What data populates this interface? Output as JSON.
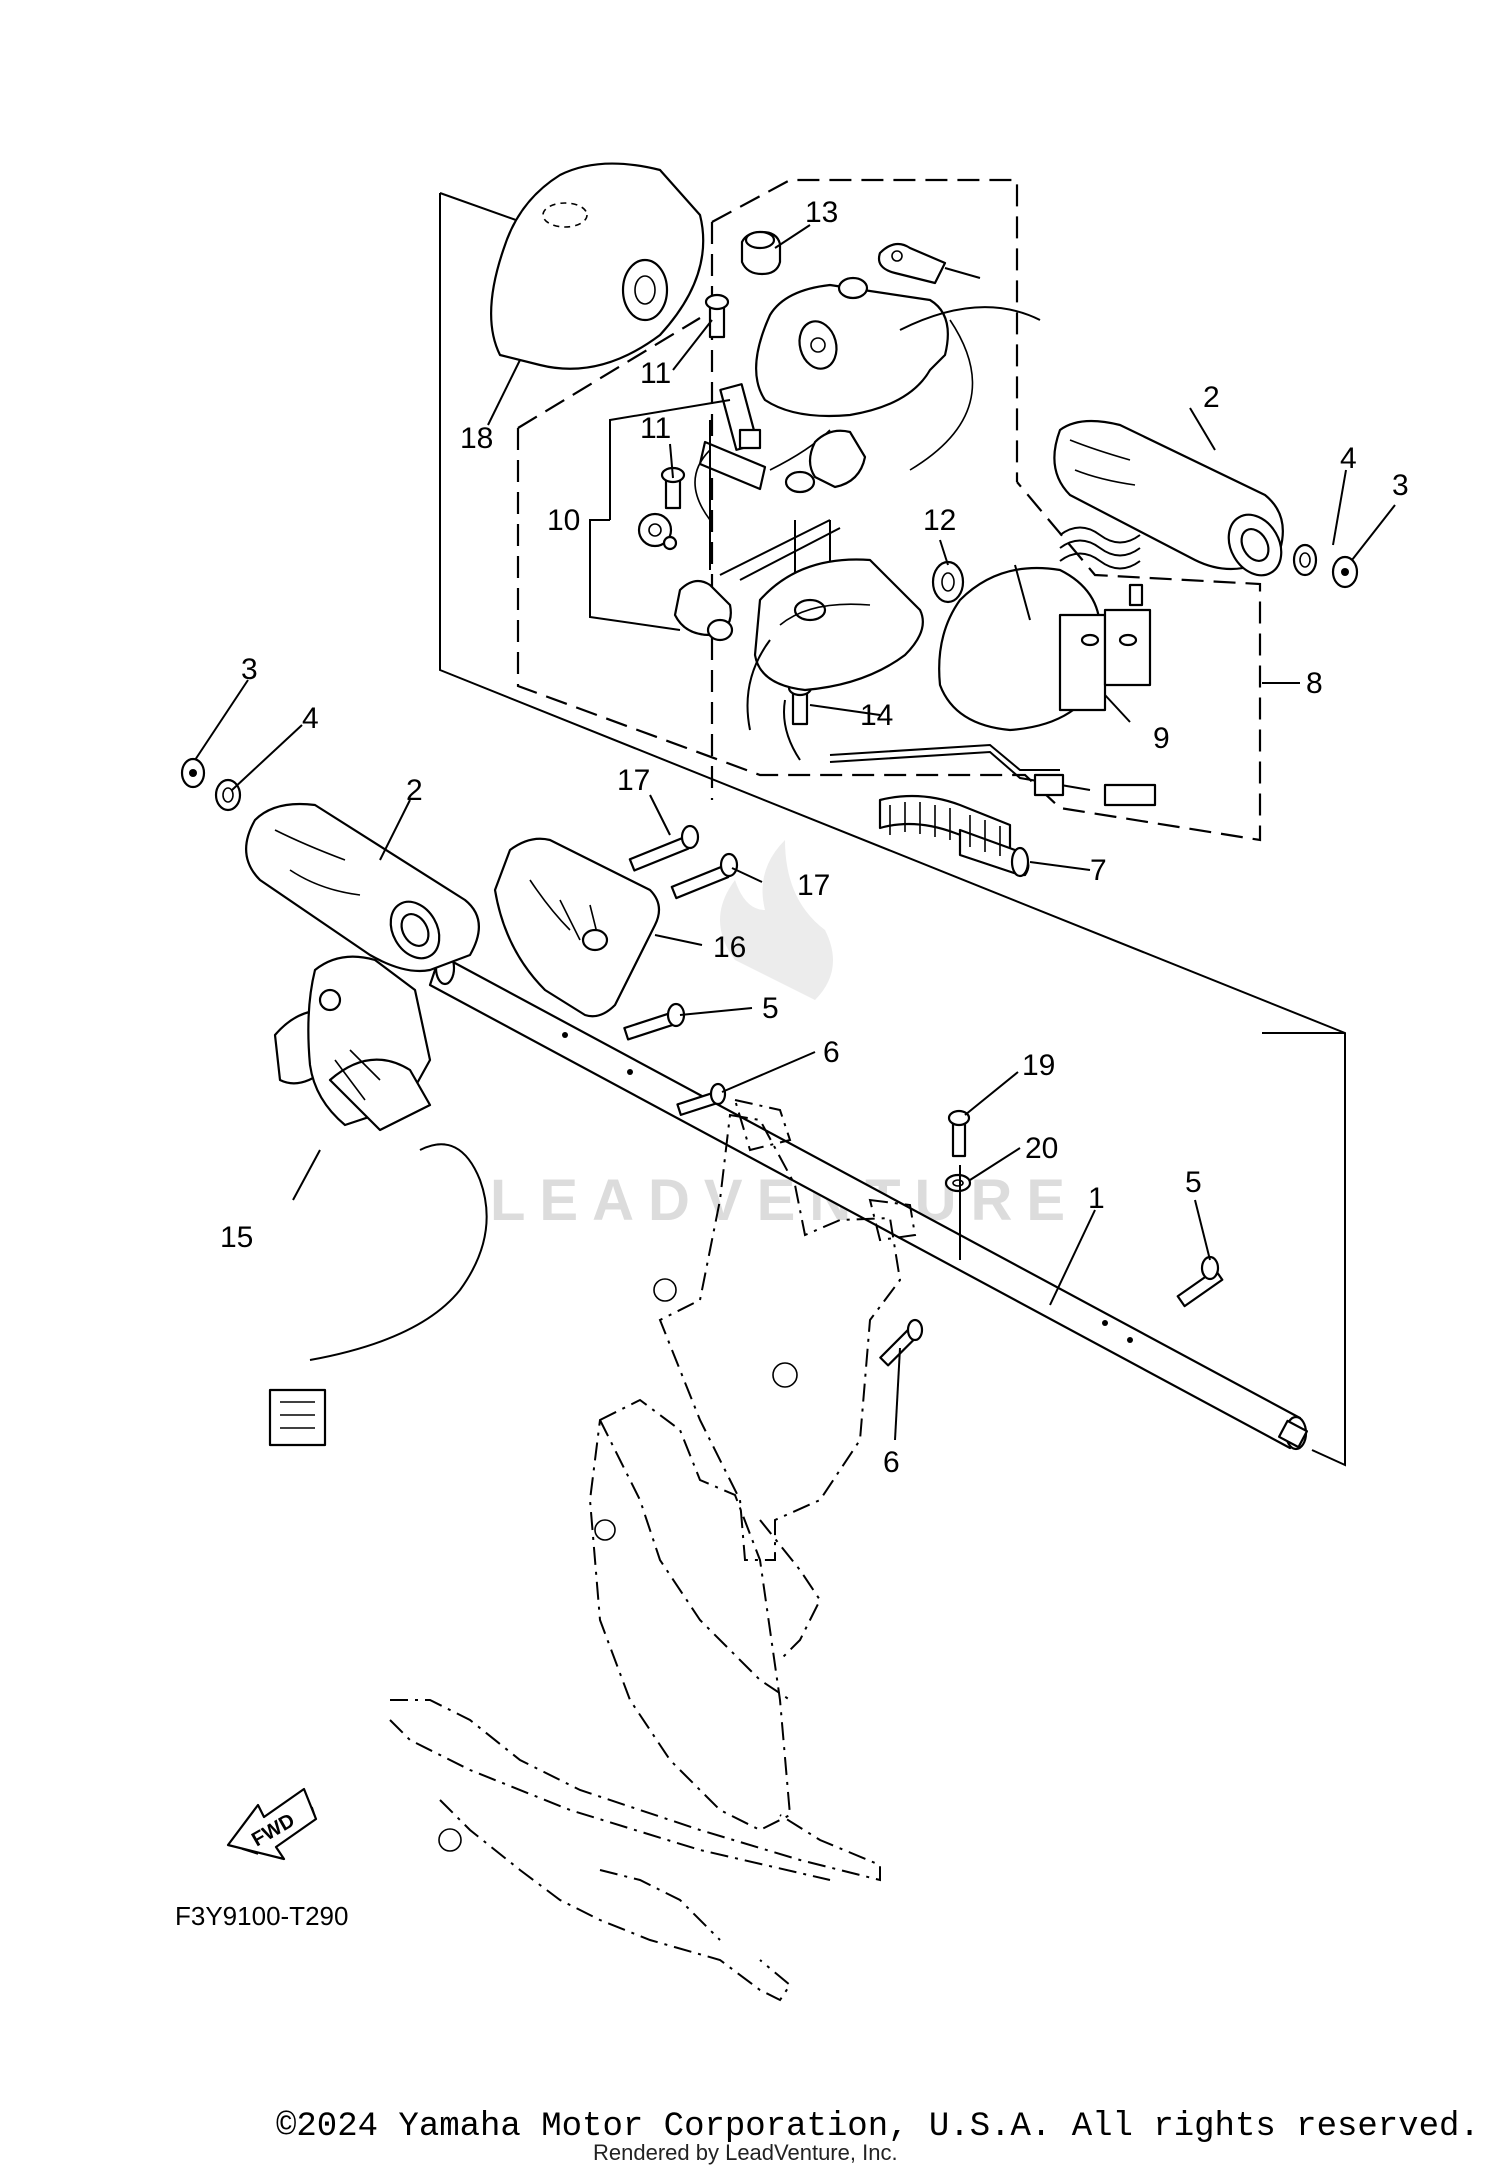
{
  "diagram": {
    "code": "F3Y9100-T290",
    "watermark": "LEADVENTURE",
    "fwd_label": "FWD",
    "callouts": [
      "1",
      "2",
      "2",
      "3",
      "3",
      "4",
      "4",
      "5",
      "5",
      "6",
      "6",
      "7",
      "8",
      "9",
      "10",
      "11",
      "11",
      "12",
      "13",
      "14",
      "15",
      "16",
      "17",
      "17",
      "18",
      "19",
      "20"
    ]
  },
  "footer": {
    "copyright": "©2024 Yamaha Motor Corporation, U.S.A. All rights reserved.",
    "rendered_by": "Rendered by LeadVenture, Inc."
  }
}
